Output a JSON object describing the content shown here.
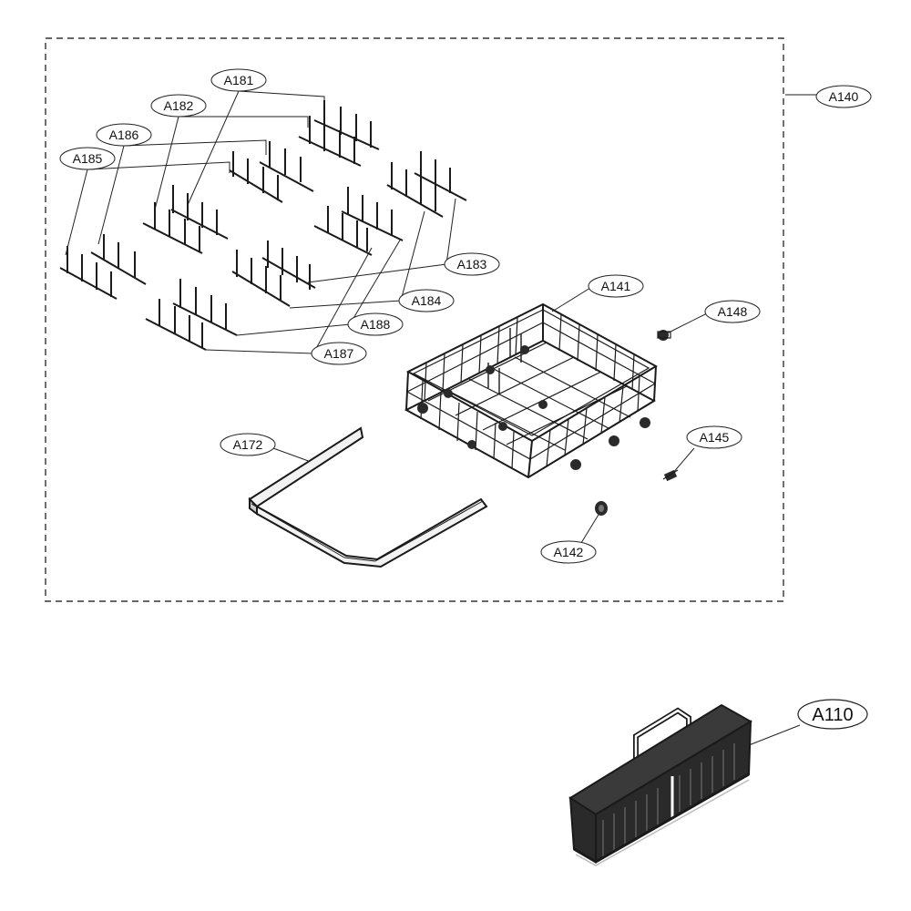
{
  "colors": {
    "stroke": "#1a1a1a",
    "background": "#ffffff",
    "fill_light": "#f2f2f2",
    "fill_dark": "#2a2a2a"
  },
  "callouts": {
    "a140": "A140",
    "a141": "A141",
    "a142": "A142",
    "a145": "A145",
    "a148": "A148",
    "a172": "A172",
    "a181": "A181",
    "a182": "A182",
    "a183": "A183",
    "a184": "A184",
    "a185": "A185",
    "a186": "A186",
    "a187": "A187",
    "a188": "A188",
    "a110": "A110"
  }
}
